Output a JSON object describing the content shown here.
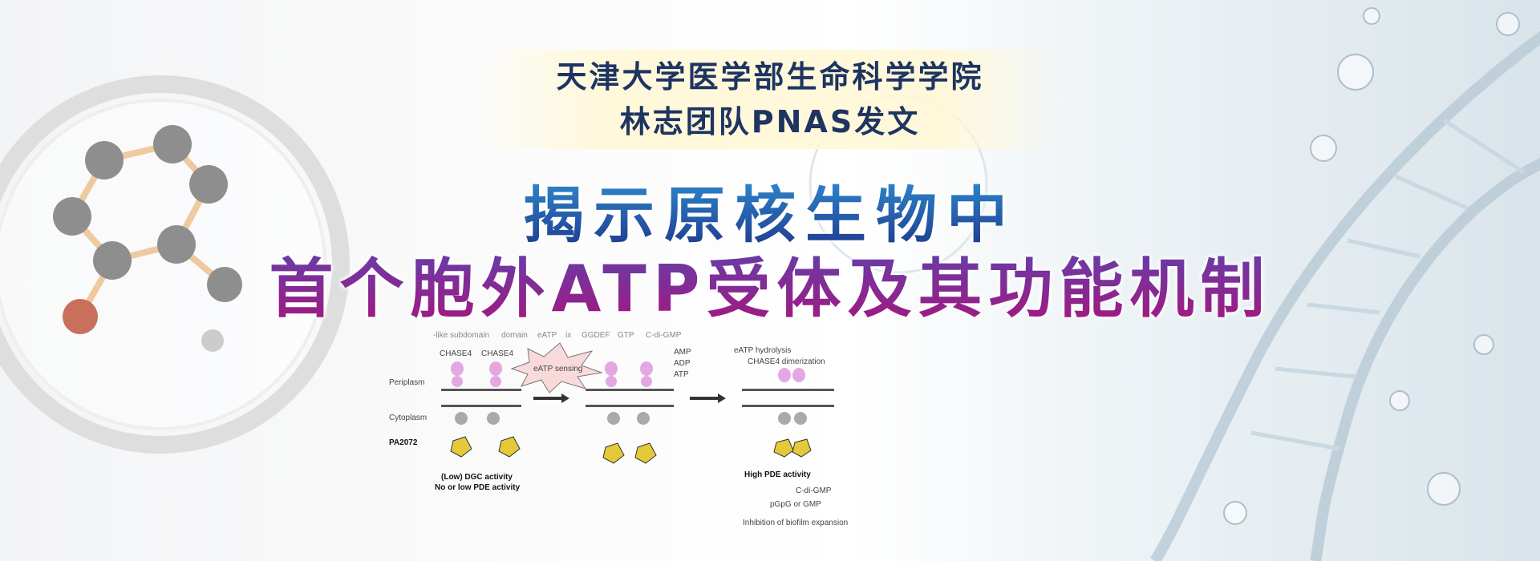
{
  "subtitle": {
    "line1": "天津大学医学部生命科学学院",
    "line2": "林志团队PNAS发文"
  },
  "title": {
    "line1": "揭示原核生物中",
    "line2": "首个胞外ATP受体及其功能机制"
  },
  "diagram": {
    "legend_faded": [
      "-like subdomain",
      "domain",
      "eATP",
      "ix",
      "GGDEF",
      "GTP",
      "C-di-GMP"
    ],
    "chase4_left": "CHASE4",
    "chase4_right": "CHASE4",
    "periplasm": "Periplasm",
    "cytoplasm": "Cytoplasm",
    "pa2072": "PA2072",
    "eatp_sensing": "eATP sensing",
    "amp": "AMP",
    "adp": "ADP",
    "atp": "ATP",
    "eatp_hydrolysis": "eATP hydrolysis",
    "chase4_dimerization": "CHASE4 dimerization",
    "panel1_caption1": "(Low) DGC activity",
    "panel1_caption2": "No or low PDE activity",
    "high_pde": "High PDE activity",
    "cdigmp": "C-di-GMP",
    "pgpg": "pGpG or GMP",
    "inhibition": "Inhibition of biofilm expansion"
  }
}
